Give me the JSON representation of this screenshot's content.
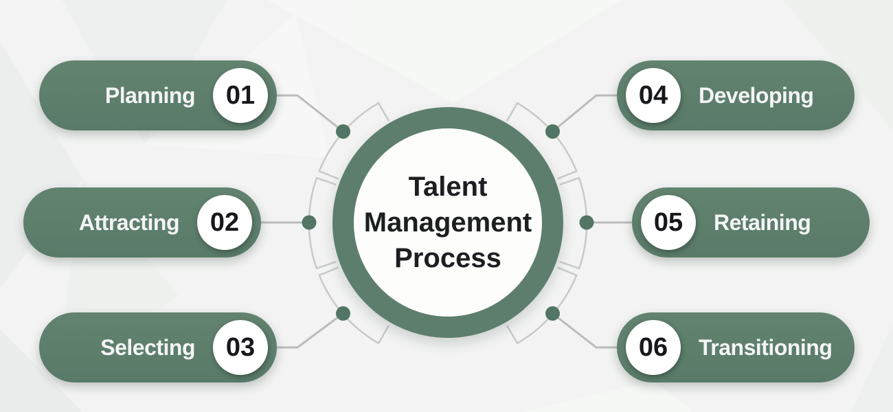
{
  "title": {
    "text": "Talent Management Process",
    "lines": [
      "Talent",
      "Management",
      "Process"
    ]
  },
  "steps": [
    {
      "number": "01",
      "label": "Planning"
    },
    {
      "number": "02",
      "label": "Attracting"
    },
    {
      "number": "03",
      "label": "Selecting"
    },
    {
      "number": "04",
      "label": "Developing"
    },
    {
      "number": "05",
      "label": "Retaining"
    },
    {
      "number": "06",
      "label": "Transitioning"
    }
  ],
  "colors": {
    "background": "#f2f3f2",
    "green": "#5d7e6d",
    "green_dark": "#527564",
    "connector": "#b9bcbb",
    "petal": "#c7cac9",
    "title_ink": "#1d1e20",
    "number_ink": "#17181b",
    "label_ink": "#f3f5f4",
    "circle_fill": "#ffffff"
  }
}
